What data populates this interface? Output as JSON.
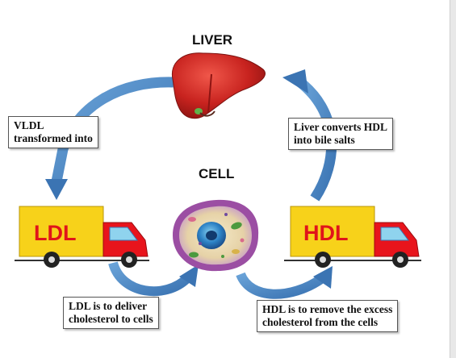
{
  "labels": {
    "liver": "LIVER",
    "cell": "CELL"
  },
  "trucks": {
    "ldl": "LDL",
    "hdl": "HDL"
  },
  "notes": {
    "vldl": [
      "VLDL",
      "transformed into"
    ],
    "liver_converts": [
      "Liver converts HDL",
      "into bile salts"
    ],
    "ldl_deliver": [
      "LDL is to deliver",
      "cholesterol to cells"
    ],
    "hdl_remove": [
      "HDL is to remove the excess",
      "cholesterol from the cells"
    ]
  },
  "colors": {
    "arrow": "#4a86c5",
    "truck_cargo": "#f7d21a",
    "truck_cab": "#e8141c",
    "truck_label": "#e0141a",
    "liver": "#c8231f",
    "cell_membrane": "#9b4ea3"
  },
  "icons": [
    "liver-icon",
    "cell-icon",
    "ldl-truck-icon",
    "hdl-truck-icon",
    "cycle-arrow-icon"
  ]
}
